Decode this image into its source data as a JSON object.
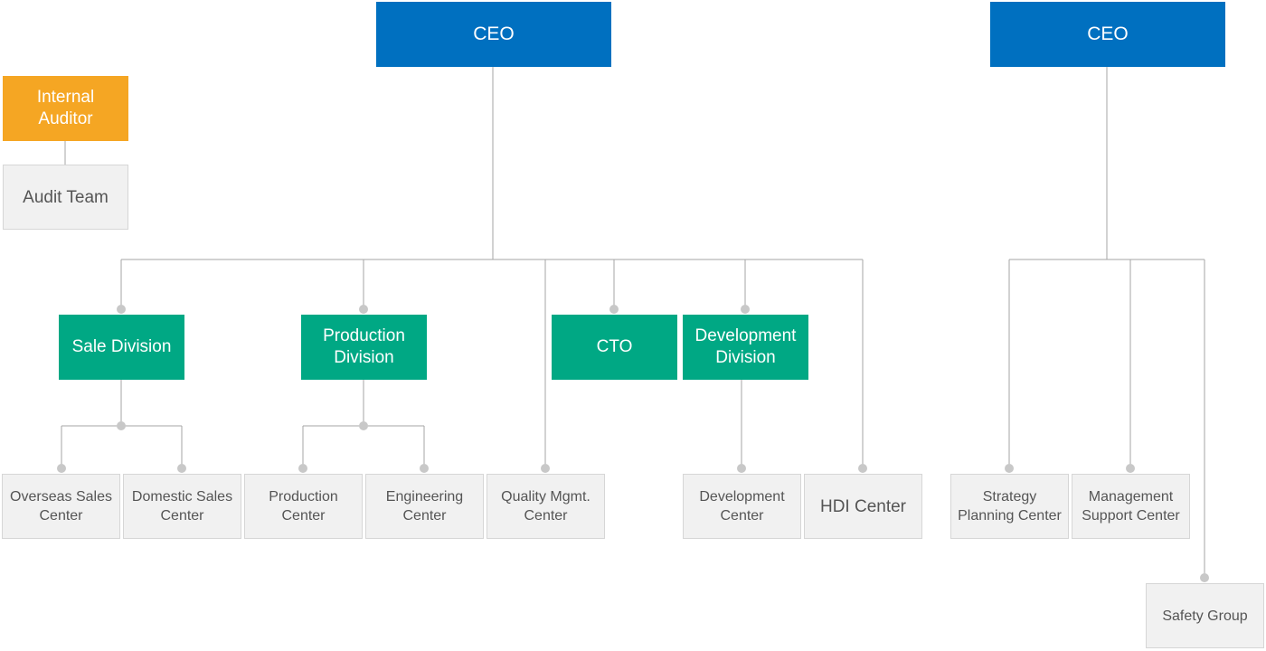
{
  "nodes": {
    "ceo_left": "CEO",
    "ceo_right": "CEO",
    "internal_auditor": "Internal\nAuditor",
    "audit_team": "Audit Team",
    "sale_division": "Sale Division",
    "production_division": "Production\nDivision",
    "cto": "CTO",
    "development_division": "Development\nDivision",
    "overseas_sales_center": "Overseas Sales\nCenter",
    "domestic_sales_center": "Domestic Sales\nCenter",
    "production_center": "Production\nCenter",
    "engineering_center": "Engineering\nCenter",
    "quality_mgmt_center": "Quality Mgmt.\nCenter",
    "development_center": "Development\nCenter",
    "hdi_center": "HDI Center",
    "strategy_planning_center": "Strategy\nPlanning Center",
    "management_support_center": "Management\nSupport Center",
    "safety_group": "Safety Group"
  },
  "colors": {
    "ceo": "#0070c0",
    "auditor": "#f5a623",
    "division": "#00a884",
    "unit_bg": "#f1f1f1",
    "unit_border": "#d6d6d6",
    "line": "#a6a6a6",
    "dot": "#c8c8c8"
  }
}
